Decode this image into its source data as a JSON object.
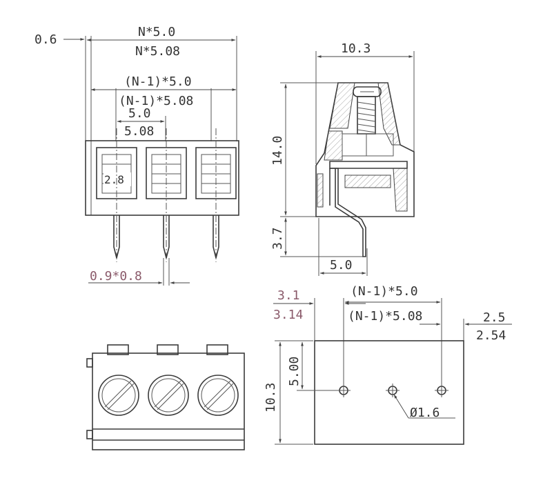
{
  "front_view": {
    "offset_label": "0.6",
    "total_width_label_1": "N*5.0",
    "total_width_label_2": "N*5.08",
    "span_label_1": "(N-1)*5.0",
    "span_label_2": "(N-1)*5.08",
    "pitch_label_1": "5.0",
    "pitch_label_2": "5.08",
    "opening_label": "2.8",
    "pin_label": "0.9*0.8"
  },
  "side_view": {
    "width_label": "10.3",
    "height_label": "14.0",
    "pin_length_label": "3.7",
    "pin_offset_label": "5.0"
  },
  "pcb_view": {
    "edge_label_1": "3.1",
    "edge_label_2": "3.14",
    "span_label_1": "(N-1)*5.0",
    "span_label_2": "(N-1)*5.08",
    "right_label_1": "2.5",
    "right_label_2": "2.54",
    "row_label": "5.00",
    "height_label": "10.3",
    "hole_label": "Ø1.6"
  }
}
